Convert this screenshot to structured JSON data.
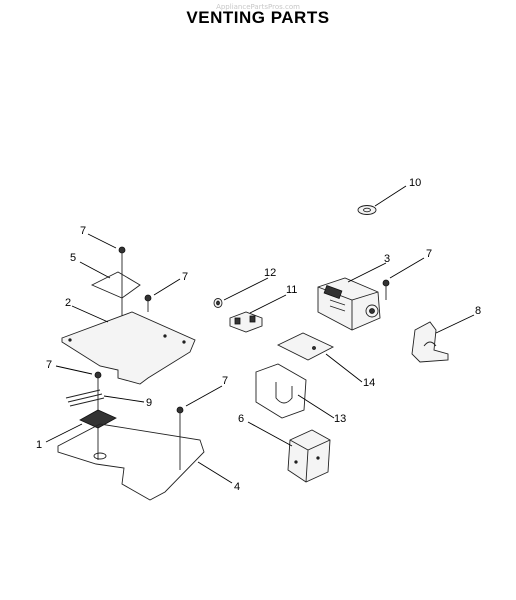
{
  "title": "VENTING PARTS",
  "watermark": "AppliancePartsPros.com",
  "callouts": [
    {
      "id": "c10",
      "label": "10"
    },
    {
      "id": "c3",
      "label": "3"
    },
    {
      "id": "c7a",
      "label": "7"
    },
    {
      "id": "c8",
      "label": "8"
    },
    {
      "id": "c12",
      "label": "12"
    },
    {
      "id": "c11",
      "label": "11"
    },
    {
      "id": "c14",
      "label": "14"
    },
    {
      "id": "c13",
      "label": "13"
    },
    {
      "id": "c6",
      "label": "6"
    },
    {
      "id": "c7b",
      "label": "7"
    },
    {
      "id": "c5",
      "label": "5"
    },
    {
      "id": "c7c",
      "label": "7"
    },
    {
      "id": "c2",
      "label": "2"
    },
    {
      "id": "c7d",
      "label": "7"
    },
    {
      "id": "c9",
      "label": "9"
    },
    {
      "id": "c1",
      "label": "1"
    },
    {
      "id": "c7e",
      "label": "7"
    },
    {
      "id": "c4",
      "label": "4"
    }
  ]
}
